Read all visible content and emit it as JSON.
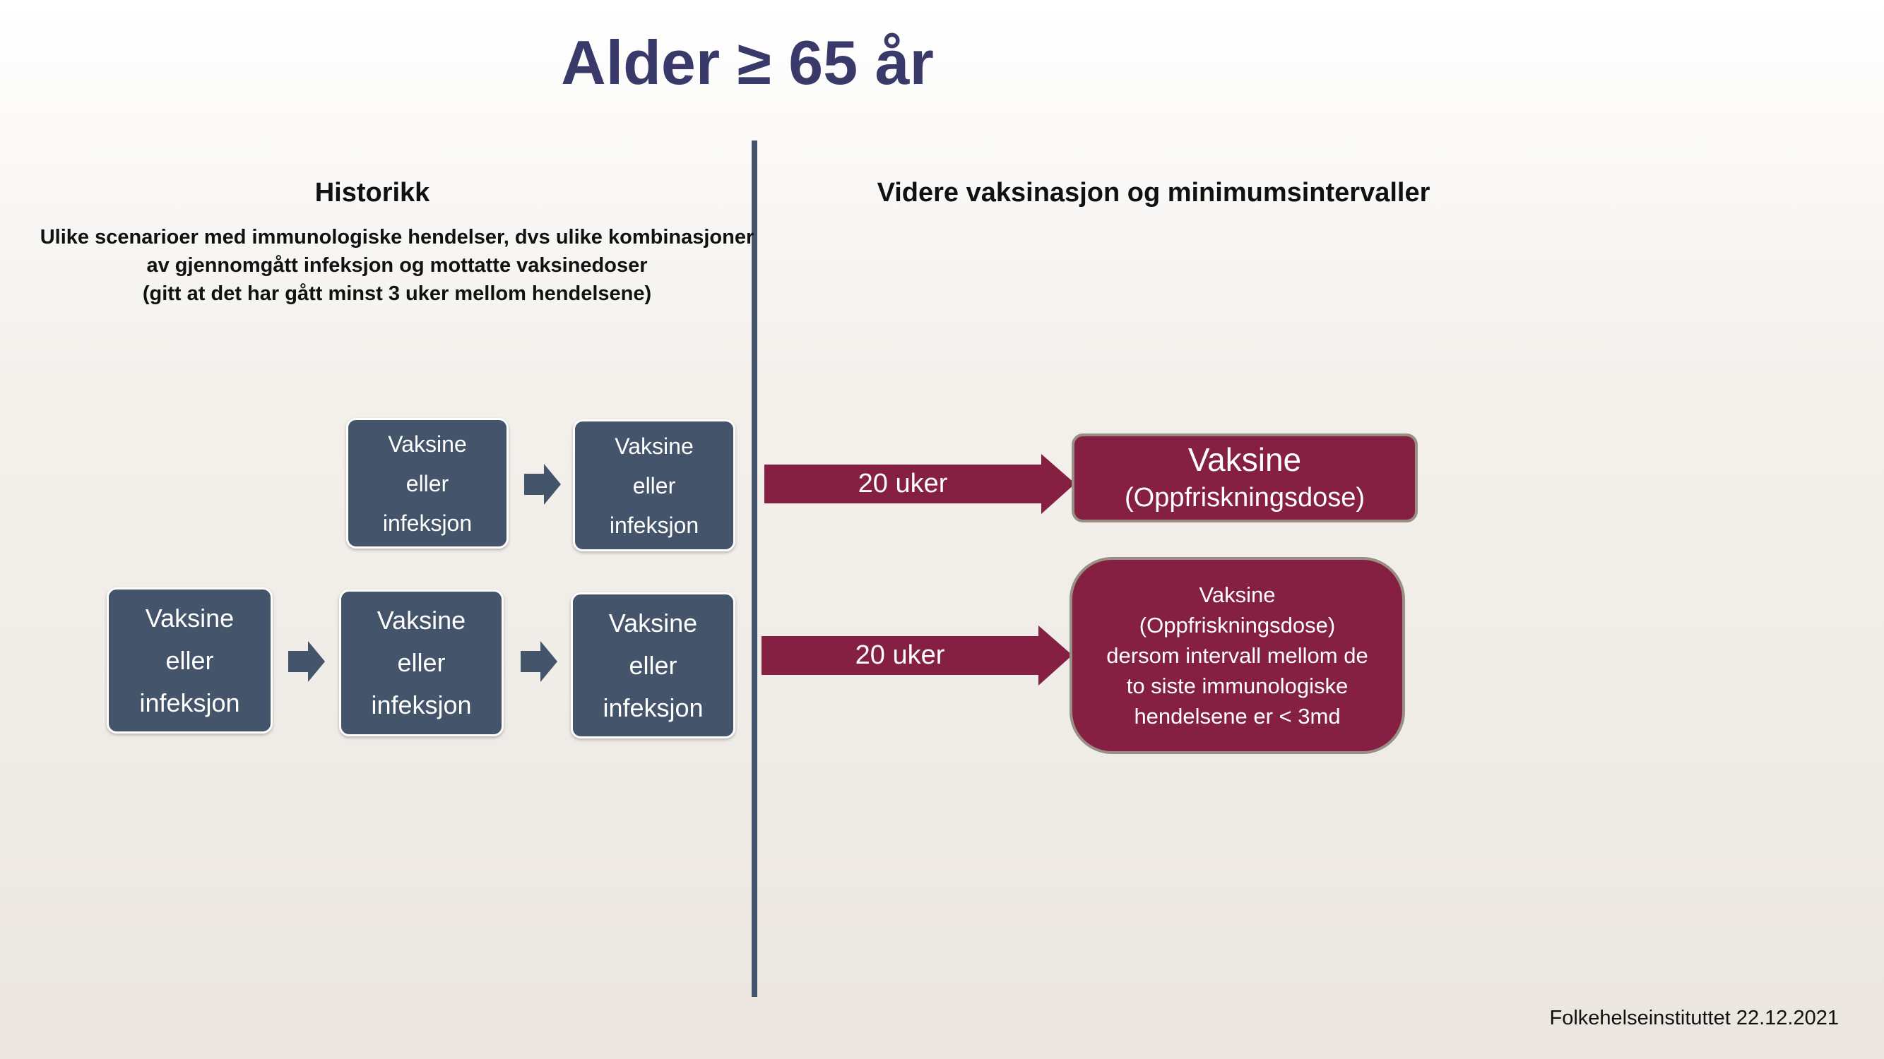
{
  "title": "Alder ≥ 65 år",
  "left": {
    "heading": "Historikk",
    "subtitle": [
      "Ulike scenarioer med immunologiske hendelser, dvs ulike kombinasjoner",
      "av gjennomgått infeksjon og mottatte vaksinedoser",
      "(gitt at det har gått minst 3 uker mellom hendelsene)"
    ],
    "box": [
      "Vaksine",
      "eller",
      "infeksjon"
    ]
  },
  "right": {
    "heading": "Videre vaksinasjon og minimumsintervaller",
    "arrow1": "20 uker",
    "arrow2": "20 uker",
    "result1": [
      "Vaksine",
      "(Oppfriskningsdose)"
    ],
    "result2": [
      "Vaksine",
      "(Oppfriskningsdose)",
      "dersom intervall mellom de",
      "to siste immunologiske",
      "hendelsene er < 3md"
    ]
  },
  "footer": "Folkehelseinstituttet 22.12.2021",
  "colors": {
    "slate": "#44546A",
    "maroon": "#852043",
    "title": "#3A3A6A"
  }
}
